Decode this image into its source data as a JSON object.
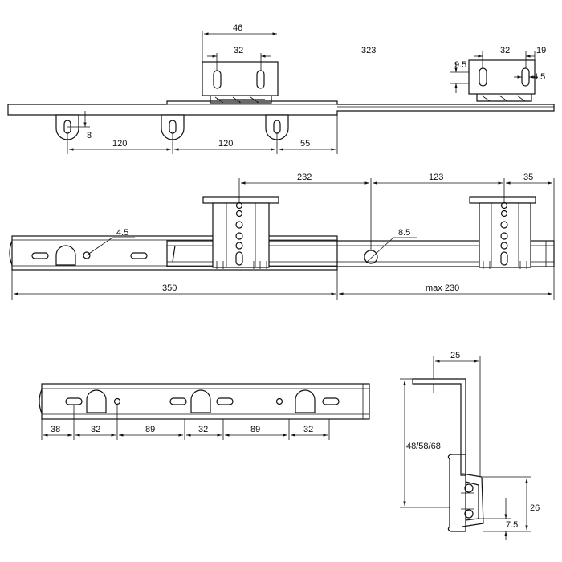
{
  "top_view": {
    "dims": {
      "bracket_width": "46",
      "bracket_hole_pitch": "32",
      "travel": "323",
      "rear_hole_pitch": "32",
      "rear_edge": "19",
      "rear_height": "9.5",
      "rear_slot": "4.5",
      "tab_offset": "8",
      "tab_pitch_1": "120",
      "tab_pitch_2": "120",
      "tab_end": "55"
    }
  },
  "side_view": {
    "dims": {
      "mount_1": "232",
      "mount_2": "123",
      "mount_3": "35",
      "hole_small": "4.5",
      "hole_large": "8.5",
      "rail_length": "350",
      "extension": "max 230"
    }
  },
  "rail_view": {
    "dims": [
      "38",
      "32",
      "89",
      "32",
      "89",
      "32"
    ]
  },
  "profile_view": {
    "dims": {
      "width": "25",
      "height": "48/58/68",
      "profile_height": "26",
      "offset": "7.5"
    }
  }
}
